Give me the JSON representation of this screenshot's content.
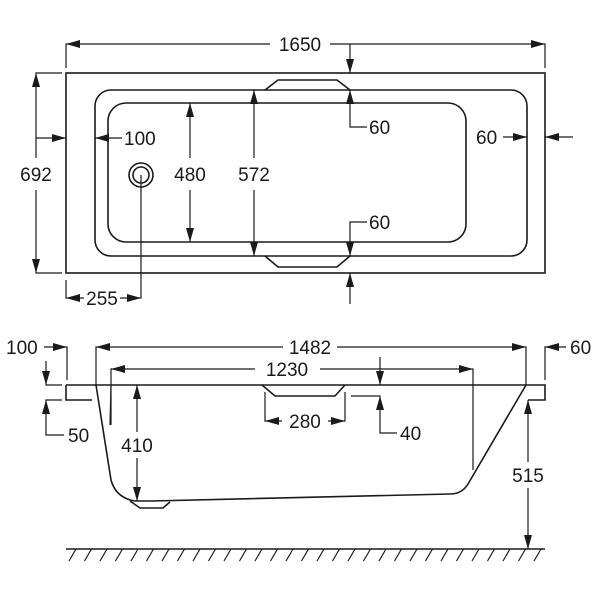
{
  "title": "Bath dimensions drawing",
  "plan_view": {
    "overall_length": "1650",
    "overall_width": "692",
    "rim_left": "100",
    "inner_width": "480",
    "outer_width": "572",
    "rim_top": "60",
    "rim_right": "60",
    "rim_bottom": "60",
    "waste_offset": "255"
  },
  "side_view": {
    "rim_thickness_left": "100",
    "top_length": "1482",
    "bottom_length": "1230",
    "rim_depth_right": "60",
    "lip_left": "50",
    "depth": "410",
    "armrest_width": "280",
    "armrest_depth": "40",
    "height": "515"
  },
  "colors": {
    "line": "#1a1a1a",
    "background": "#ffffff"
  }
}
